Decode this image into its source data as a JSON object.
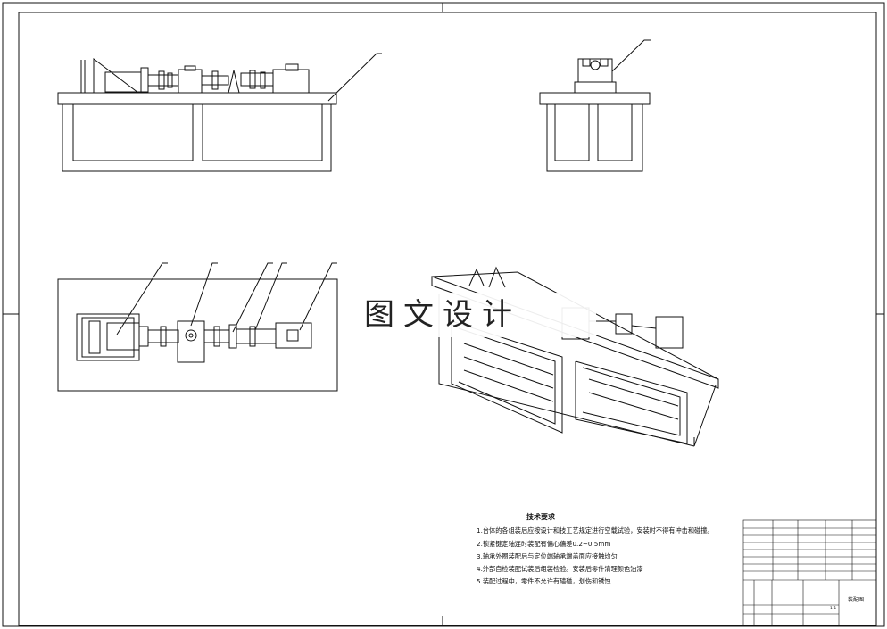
{
  "watermark": "图文设计",
  "requirements": {
    "title": "技术要求",
    "items": [
      "1.台体的各组装后应按设计和技工艺规定进行空载试验，安装时不得有冲击和碰撞。",
      "2.锁紧键定轴连时装配有偏心偏差0.2~0.5mm",
      "3.轴承外圈装配后与定位端轴承端盖面应接触均匀",
      "4.外部自检装配试装后组装检验。安装后零件清理颜色油漆",
      "5.装配过程中，零件不允许有磕碰，划伤和锈蚀"
    ]
  },
  "title_block": {
    "drawing_name": "装配图",
    "scale": "1:1"
  }
}
